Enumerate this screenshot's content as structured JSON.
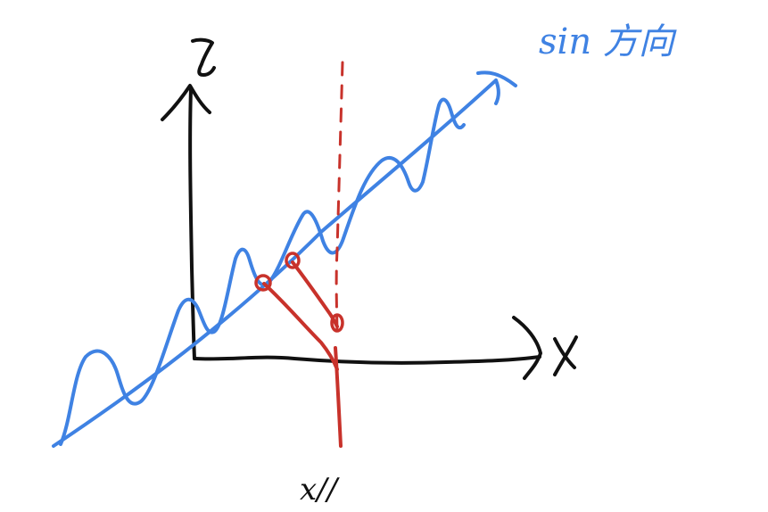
{
  "labels": {
    "z_axis": "z",
    "x_axis": "x",
    "dashed_line": "x//",
    "sin_direction": "sin 方向"
  },
  "colors": {
    "axes": "#111111",
    "wave": "#3f82e3",
    "projection": "#c8322b",
    "background": "#ffffff"
  }
}
